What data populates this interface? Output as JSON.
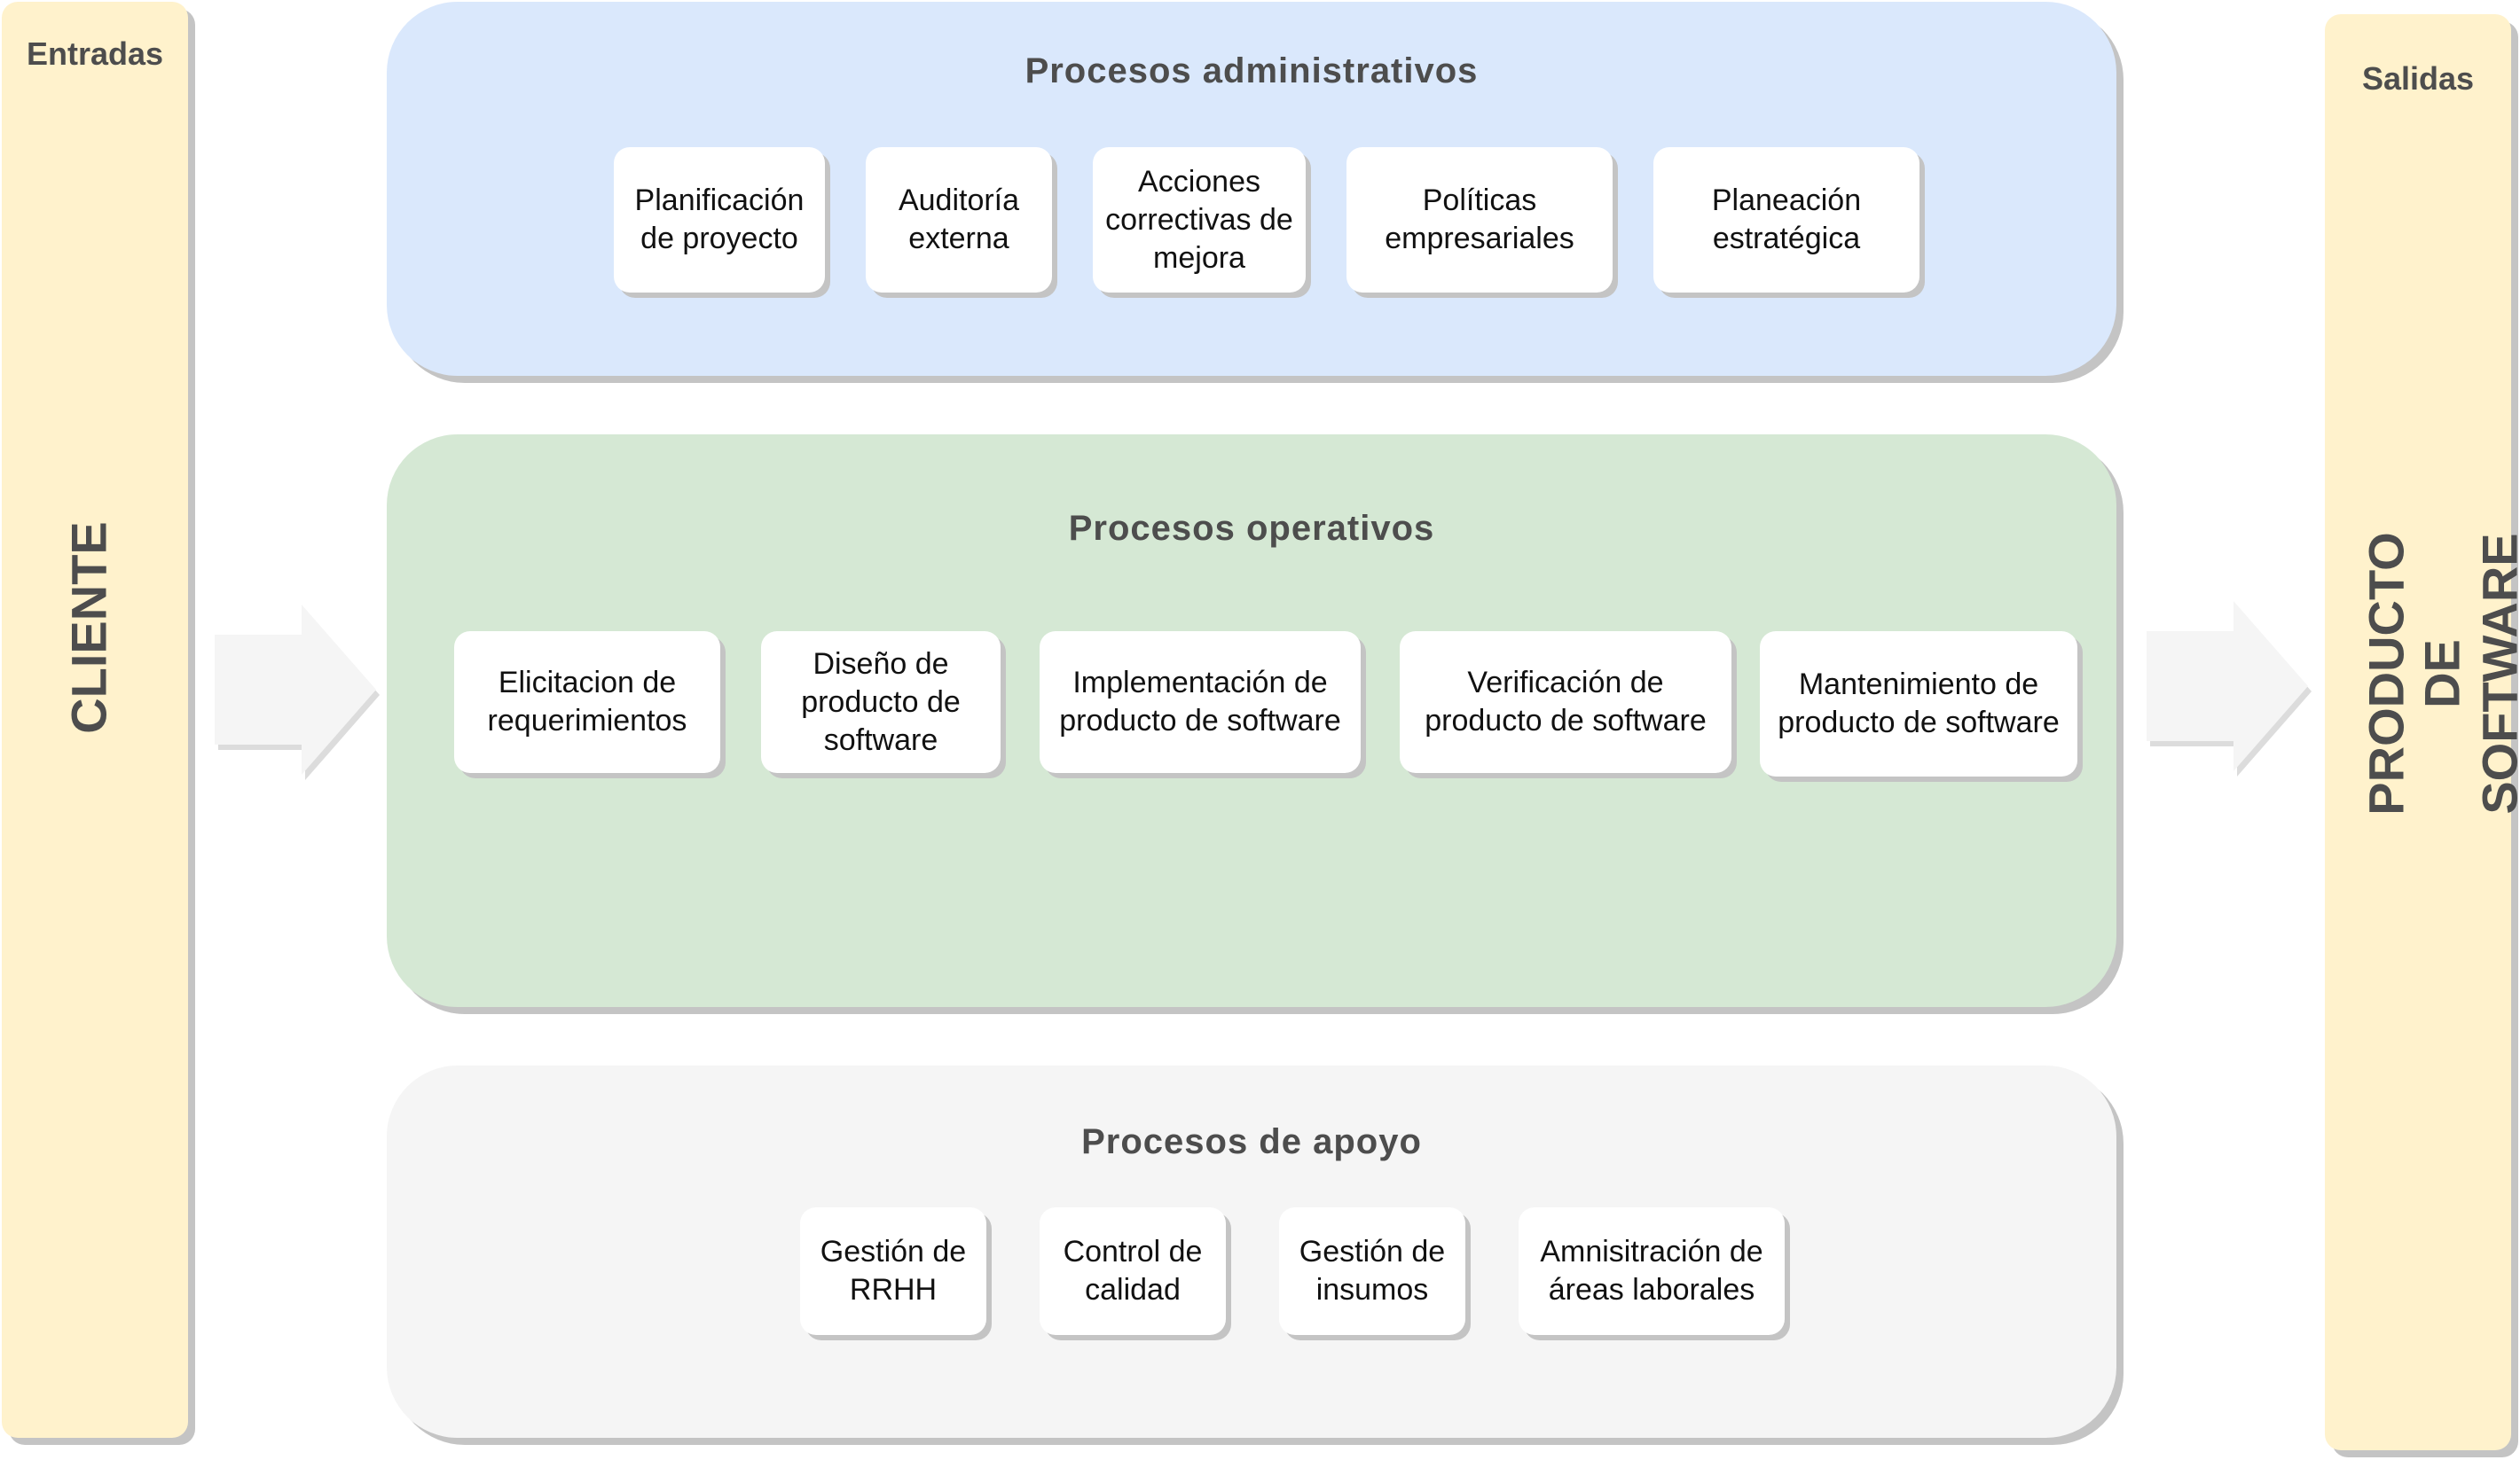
{
  "inputs": {
    "title": "Entradas",
    "label": "CLIENTE"
  },
  "outputs": {
    "title": "Salidas",
    "label_lines": [
      "PRODUCTO",
      "DE",
      "SOFTWARE"
    ]
  },
  "groups": [
    {
      "title": "Procesos administrativos",
      "color": "#dae8fc",
      "items": [
        "Planificación de proyecto",
        "Auditoría externa",
        "Acciones correctivas de mejora",
        "Políticas empresariales",
        "Planeación estratégica"
      ]
    },
    {
      "title": "Procesos operativos",
      "color": "#d5e8d4",
      "items": [
        "Elicitacion de requerimientos",
        "Diseño de producto de software",
        "Implementación de producto de software",
        "Verificación de producto de software",
        "Mantenimiento de producto de software"
      ]
    },
    {
      "title": "Procesos de apoyo",
      "color": "#f5f5f5",
      "items": [
        "Gestión de RRHH",
        "Control de calidad",
        "Gestión de insumos",
        "Amnisitración de áreas laborales"
      ]
    }
  ],
  "colors": {
    "side_panel": "#fff2cc",
    "arrow": "#f5f5f5",
    "shadow": "#c4c4c4",
    "title_text": "#4d4d4d"
  }
}
